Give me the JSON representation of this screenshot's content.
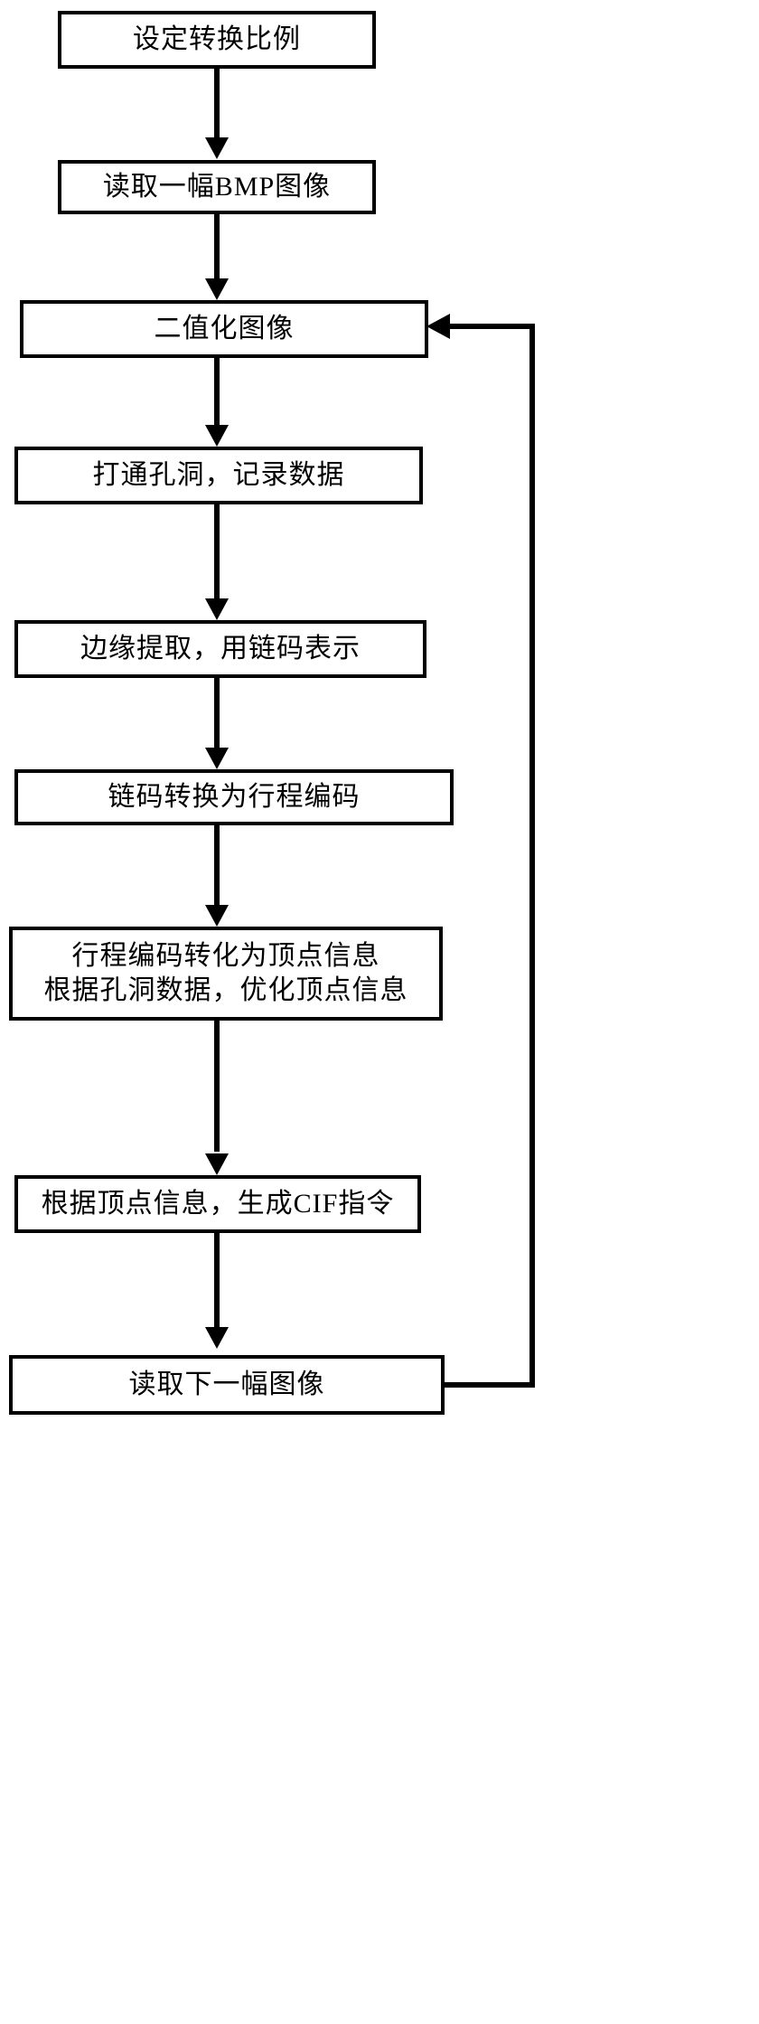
{
  "diagram": {
    "title": "BMP to CIF conversion flowchart",
    "background_color": "#ffffff",
    "stroke_color": "#000000",
    "nodes": [
      {
        "id": "set-scale",
        "text": "设定转换比例"
      },
      {
        "id": "read-bmp",
        "text": "读取一幅BMP图像"
      },
      {
        "id": "binarize",
        "text": "二值化图像"
      },
      {
        "id": "open-holes",
        "text": "打通孔洞，记录数据"
      },
      {
        "id": "edge-extract",
        "text": "边缘提取，用链码表示"
      },
      {
        "id": "chain-to-runlen",
        "text": "链码转换为行程编码"
      },
      {
        "id": "runlen-to-vertex-1",
        "text": "行程编码转化为顶点信息"
      },
      {
        "id": "runlen-to-vertex-2",
        "text": "根据孔洞数据，优化顶点信息"
      },
      {
        "id": "generate-cif",
        "text": "根据顶点信息，生成CIF指令"
      },
      {
        "id": "read-next-image",
        "text": "读取下一幅图像"
      }
    ],
    "edges": [
      {
        "from": "set-scale",
        "to": "read-bmp",
        "type": "straight-down"
      },
      {
        "from": "read-bmp",
        "to": "binarize",
        "type": "straight-down"
      },
      {
        "from": "binarize",
        "to": "open-holes",
        "type": "straight-down"
      },
      {
        "from": "open-holes",
        "to": "edge-extract",
        "type": "straight-down"
      },
      {
        "from": "edge-extract",
        "to": "chain-to-runlen",
        "type": "straight-down"
      },
      {
        "from": "chain-to-runlen",
        "to": "runlen-to-vertex",
        "type": "straight-down"
      },
      {
        "from": "runlen-to-vertex",
        "to": "generate-cif",
        "type": "straight-down"
      },
      {
        "from": "generate-cif",
        "to": "read-next-image",
        "type": "straight-down"
      },
      {
        "from": "read-next-image",
        "to": "binarize",
        "type": "feedback-loop-right"
      }
    ]
  }
}
